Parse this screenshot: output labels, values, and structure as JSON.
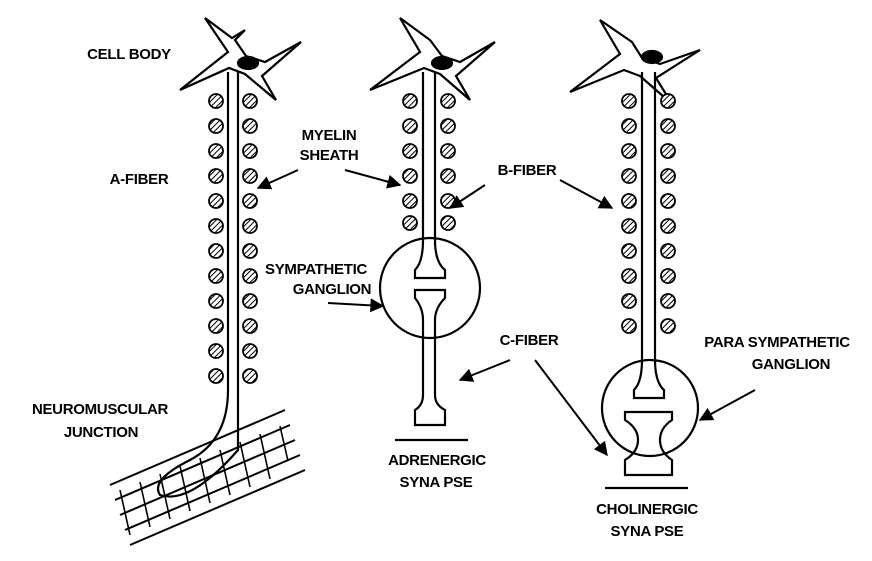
{
  "labels": {
    "cell_body": "CELL BODY",
    "myelin_sheath_line1": "MYELIN",
    "myelin_sheath_line2": "SHEATH",
    "a_fiber": "A-FIBER",
    "b_fiber": "B-FIBER",
    "sympathetic_ganglion_line1": "SYMPATHETIC",
    "sympathetic_ganglion_line2": "GANGLION",
    "c_fiber": "C-FIBER",
    "parasympathetic_ganglion_line1": "PARA SYMPATHETIC",
    "parasympathetic_ganglion_line2": "GANGLION",
    "neuromuscular_junction_line1": "NEUROMUSCULAR",
    "neuromuscular_junction_line2": "JUNCTION",
    "adrenergic_synapse_line1": "ADRENERGIC",
    "adrenergic_synapse_line2": "SYNA PSE",
    "cholinergic_synapse_line1": "CHOLINERGIC",
    "cholinergic_synapse_line2": "SYNA PSE"
  },
  "colors": {
    "ink": "#000000",
    "background": "#ffffff"
  }
}
